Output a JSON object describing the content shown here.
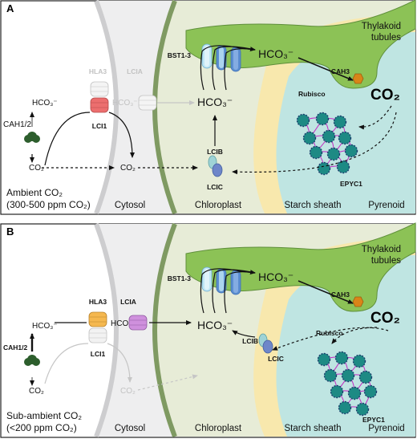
{
  "panels": [
    {
      "letter": "A",
      "condition": {
        "line1": "Ambient CO₂",
        "line2": "(300-500 ppm CO₂)"
      },
      "regions": {
        "cytosol": "Cytosol",
        "chloroplast": "Chloroplast",
        "starch_sheath": "Starch sheath",
        "pyrenoid": "Pyrenoid",
        "thylakoid_line1": "Thylakoid",
        "thylakoid_line2": "tubules"
      },
      "proteins": {
        "cah12": "CAH1/2",
        "hla3": "HLA3",
        "lci1": "LCI1",
        "lcia": "LCIA",
        "bst": "BST1-3",
        "cah3": "CAH3",
        "rubisco": "Rubisco",
        "epyc1": "EPYC1",
        "lcib": "LCIB",
        "lcic": "LCIC"
      },
      "molecules": {
        "hco3_out": "HCO₃⁻",
        "co2_out": "CO₂",
        "hco3_cyt": "HCO₃⁻",
        "co2_cyt": "CO₂",
        "hco3_chl": "HCO₃⁻",
        "hco3_thyl": "HCO₃⁻",
        "co2_pyr": "CO₂"
      }
    },
    {
      "letter": "B",
      "condition": {
        "line1": "Sub-ambient CO₂",
        "line2": "(<200 ppm CO₂)"
      },
      "regions": {
        "cytosol": "Cytosol",
        "chloroplast": "Chloroplast",
        "starch_sheath": "Starch sheath",
        "pyrenoid": "Pyrenoid",
        "thylakoid_line1": "Thylakoid",
        "thylakoid_line2": "tubules"
      },
      "proteins": {
        "cah12": "CAH1/2",
        "hla3": "HLA3",
        "lci1": "LCI1",
        "lcia": "LCIA",
        "bst": "BST1-3",
        "cah3": "CAH3",
        "rubisco": "Rubisco",
        "epyc1": "EPYC1",
        "lcib": "LCIB",
        "lcic": "LCIC"
      },
      "molecules": {
        "hco3_out": "HCO₃⁻",
        "co2_out": "CO₂",
        "hco3_cyt": "HCO₃⁻",
        "co2_cyt": "CO₂",
        "hco3_chl": "HCO₃⁻",
        "hco3_thyl": "HCO₃⁻",
        "co2_pyr": "CO₂"
      }
    }
  ],
  "colors": {
    "cytosol_bg": "#eeeeef",
    "plasma_membrane": "#cdcdcf",
    "chloroplast_bg": "#e7ecd7",
    "chloroplast_envelope": "#7f9a62",
    "thylakoid": "#8cc256",
    "starch_sheath": "#f8e8ad",
    "pyrenoid": "#bfe5e2",
    "rubisco": "#1d8a84",
    "epyc1_linker": "#c12cc1",
    "hla3": "#f5b84f",
    "lci1": "#ec6e6e",
    "lcia": "#cf90dd",
    "bst_light": "#bfe6f4",
    "bst_dark": "#5b8ed0",
    "lcib": "#9fd3d6",
    "lcic": "#6e86c9",
    "cah3": "#d98518",
    "cah12": "#2d5e2d"
  }
}
